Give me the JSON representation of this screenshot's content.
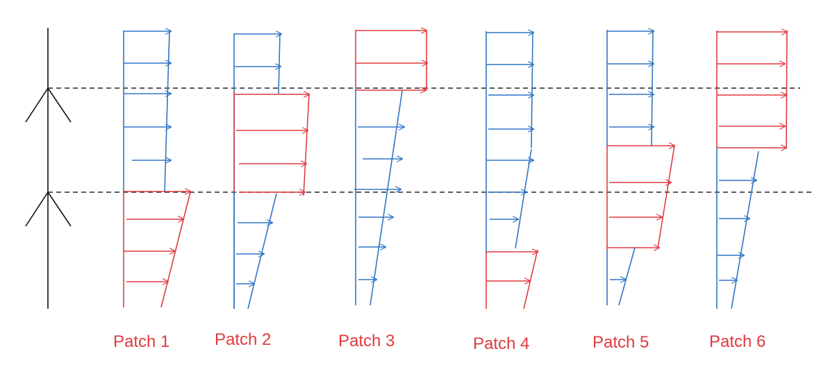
{
  "colors": {
    "blue": "#2e75c5",
    "red": "#e03a3e",
    "axis": "#111111",
    "guide": "#222222",
    "label": "#e03a3e"
  },
  "patches": [
    {
      "label": "Patch 1"
    },
    {
      "label": "Patch 2"
    },
    {
      "label": "Patch 3"
    },
    {
      "label": "Patch 4"
    },
    {
      "label": "Patch 5"
    },
    {
      "label": "Patch 6"
    }
  ]
}
